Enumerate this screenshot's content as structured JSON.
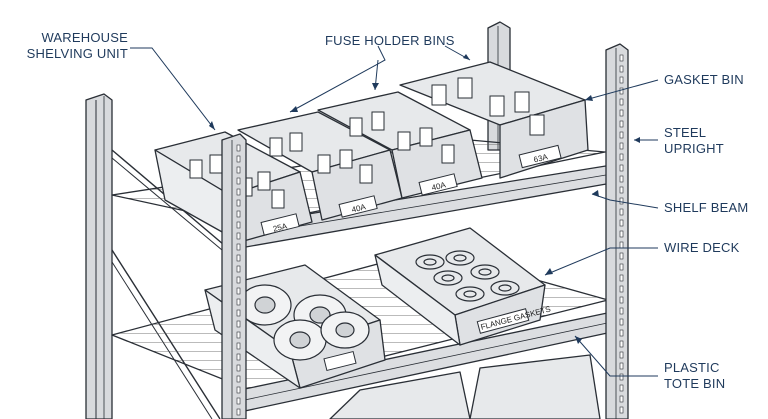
{
  "callouts": {
    "warehouse_line1": "WAREHOUSE",
    "warehouse_line2": "SHELVING UNIT",
    "fuse_holder_bins": "FUSE HOLDER BINS",
    "gasket_bin": "GASKET BIN",
    "steel_line1": "STEEL",
    "steel_line2": "UPRIGHT",
    "shelf_beam": "SHELF BEAM",
    "wire_deck": "WIRE DECK",
    "tote_line1": "PLASTIC",
    "tote_line2": "TOTE BIN"
  },
  "bin_labels": {
    "bin1": "25A",
    "bin2": "40A",
    "bin3": "40A",
    "bin4": "63A",
    "gasket": "FLANGE GASKETS"
  },
  "colors": {
    "ink": "#2a2f36",
    "callout_text": "#1f3a5c",
    "bin_fill": "#e4e6e8",
    "steel_fill": "#d8dadd"
  }
}
